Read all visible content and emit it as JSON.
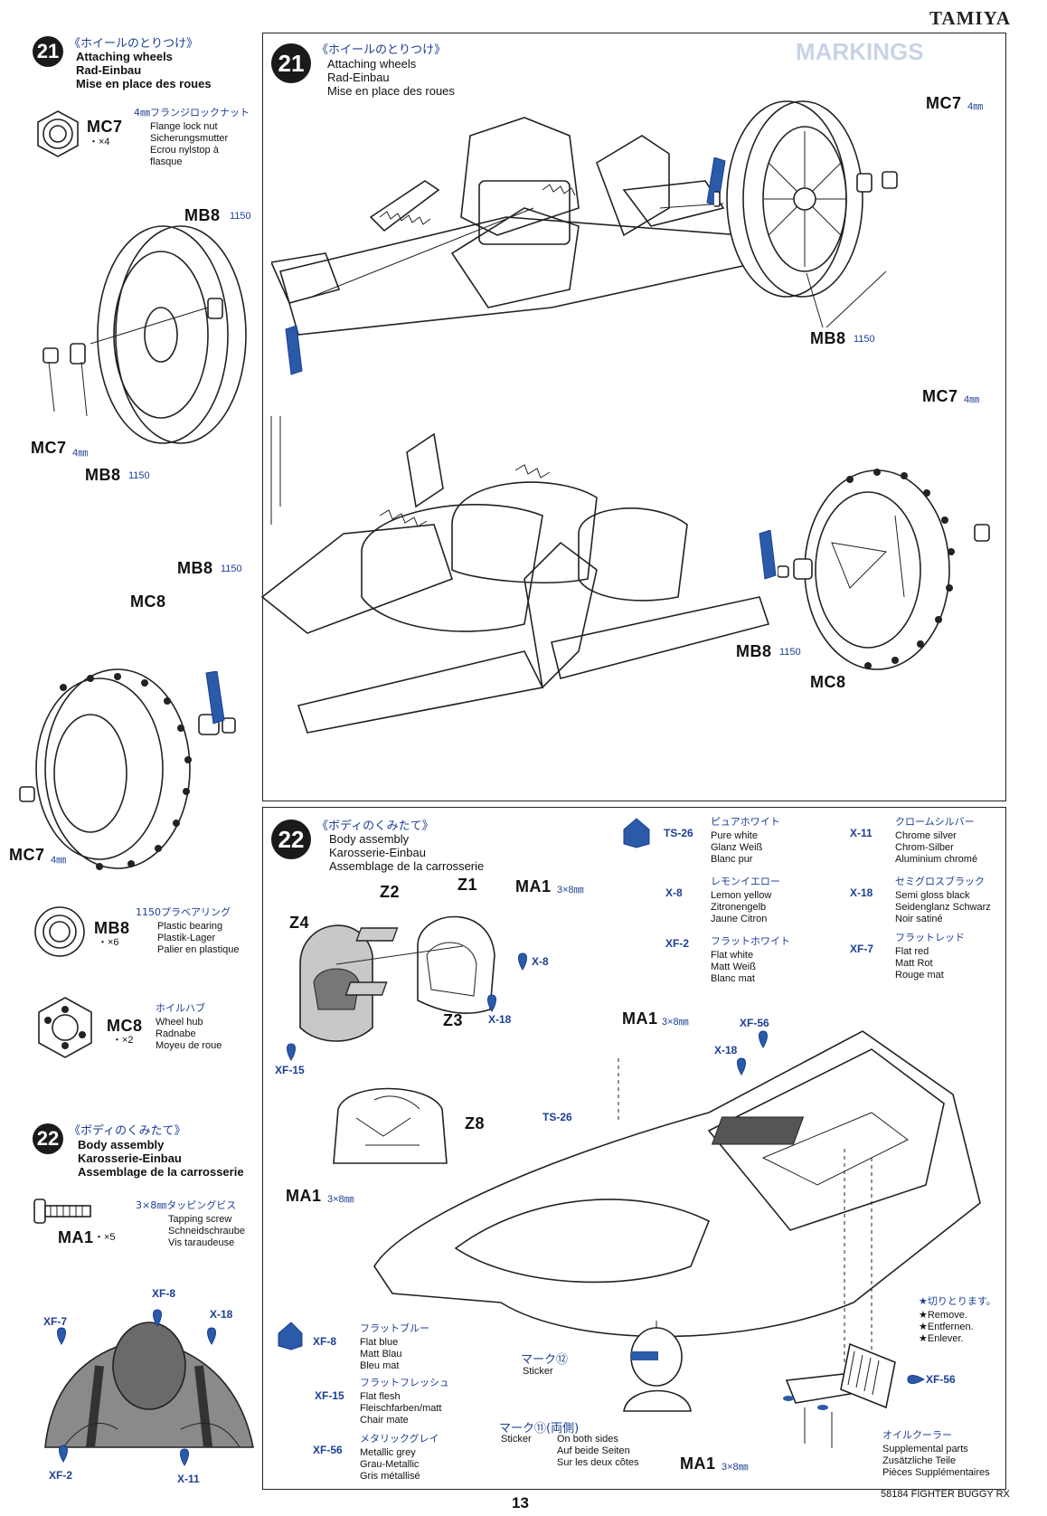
{
  "brand": "TAMIYA",
  "footer": {
    "page_number": "13",
    "product": "58184 FIGHTER BUGGY RX"
  },
  "colors": {
    "accent_blue": "#1c3f94",
    "paint_chip": "#2a5aa8"
  },
  "sidebar_step21": {
    "number": "21",
    "jp_title": "《ホイールのとりつけ》",
    "titles": [
      "Attaching wheels",
      "Rad-Einbau",
      "Mise en place des roues"
    ],
    "parts": [
      {
        "code": "MC7",
        "qty": "・×4",
        "jp": "4㎜フランジロックナット",
        "names": [
          "Flange lock nut",
          "Sicherungsmutter",
          "Ecrou nylstop à flasque"
        ]
      },
      {
        "code": "MB8",
        "qty": "・×6",
        "jp": "1150プラベアリング",
        "names": [
          "Plastic bearing",
          "Plastik-Lager",
          "Palier en plastique"
        ]
      },
      {
        "code": "MC8",
        "qty": "・×2",
        "jp": "ホイルハブ",
        "names": [
          "Wheel hub",
          "Radnabe",
          "Moyeu de roue"
        ]
      }
    ]
  },
  "sidebar_step22": {
    "number": "22",
    "jp_title": "《ボディのくみたて》",
    "titles": [
      "Body assembly",
      "Karosserie-Einbau",
      "Assemblage de la carrosserie"
    ],
    "part": {
      "code": "MA1",
      "qty": "・×5",
      "jp": "3×8㎜タッピングビス",
      "names": [
        "Tapping screw",
        "Schneidschraube",
        "Vis taraudeuse"
      ]
    },
    "paints": [
      "XF-8",
      "X-18",
      "XF-7",
      "XF-2",
      "X-11"
    ]
  },
  "step21": {
    "number": "21",
    "jp_title": "《ホイールのとりつけ》",
    "titles": [
      "Attaching wheels",
      "Rad-Einbau",
      "Mise en place des roues"
    ],
    "labels": {
      "mc7": "MC7",
      "mc8": "MC8",
      "mb8": "MB8",
      "size_4mm": "4㎜",
      "size_1150": "1150"
    }
  },
  "step22": {
    "number": "22",
    "jp_title": "《ボディのくみたて》",
    "titles": [
      "Body assembly",
      "Karosserie-Einbau",
      "Assemblage de la carrosserie"
    ],
    "labels": {
      "z1": "Z1",
      "z2": "Z2",
      "z3": "Z3",
      "z4": "Z4",
      "z8": "Z8",
      "ma1": "MA1",
      "size_3x8": "3×8㎜"
    },
    "paint_legend": [
      {
        "code": "TS-26",
        "jp": "ピュアホワイト",
        "names": [
          "Pure white",
          "Glanz Weiß",
          "Blanc pur"
        ]
      },
      {
        "code": "X-8",
        "jp": "レモンイエロー",
        "names": [
          "Lemon yellow",
          "Zitronengelb",
          "Jaune Citron"
        ]
      },
      {
        "code": "XF-2",
        "jp": "フラットホワイト",
        "names": [
          "Flat white",
          "Matt Weiß",
          "Blanc mat"
        ]
      },
      {
        "code": "X-11",
        "jp": "クロームシルバー",
        "names": [
          "Chrome silver",
          "Chrom-Silber",
          "Aluminium chromé"
        ]
      },
      {
        "code": "X-18",
        "jp": "セミグロスブラック",
        "names": [
          "Semi gloss black",
          "Seidenglanz Schwarz",
          "Noir satiné"
        ]
      },
      {
        "code": "XF-7",
        "jp": "フラットレッド",
        "names": [
          "Flat red",
          "Matt Rot",
          "Rouge mat"
        ]
      }
    ],
    "paint_legend_bottom": [
      {
        "code": "XF-8",
        "jp": "フラットブルー",
        "names": [
          "Flat blue",
          "Matt Blau",
          "Bleu mat"
        ]
      },
      {
        "code": "XF-15",
        "jp": "フラットフレッシュ",
        "names": [
          "Flat flesh",
          "Fleischfarben/matt",
          "Chair mate"
        ]
      },
      {
        "code": "XF-56",
        "jp": "メタリックグレイ",
        "names": [
          "Metallic grey",
          "Grau-Metallic",
          "Gris métallisé"
        ]
      }
    ],
    "callouts": {
      "cut_jp": "★切りとります。",
      "cut": [
        "★Remove.",
        "★Entfernen.",
        "★Enlever."
      ],
      "mark12_jp": "マーク⑫",
      "mark12": "Sticker",
      "mark11_jp": "マーク⑪(両側)",
      "mark11": "Sticker",
      "both_sides": [
        "On both sides",
        "Auf beide Seiten",
        "Sur les deux côtes"
      ],
      "oil_jp": "オイルクーラー",
      "oil": [
        "Supplemental parts",
        "Zusätzliche Teile",
        "Pièces Supplémentaires"
      ]
    },
    "paint_marks": {
      "x8": "X-8",
      "x18": "X-18",
      "xf15": "XF-15",
      "xf56": "XF-56",
      "ts26": "TS-26",
      "xf56b": "XF-56"
    }
  },
  "ghost_text": {
    "markings": "MARKINGS"
  }
}
